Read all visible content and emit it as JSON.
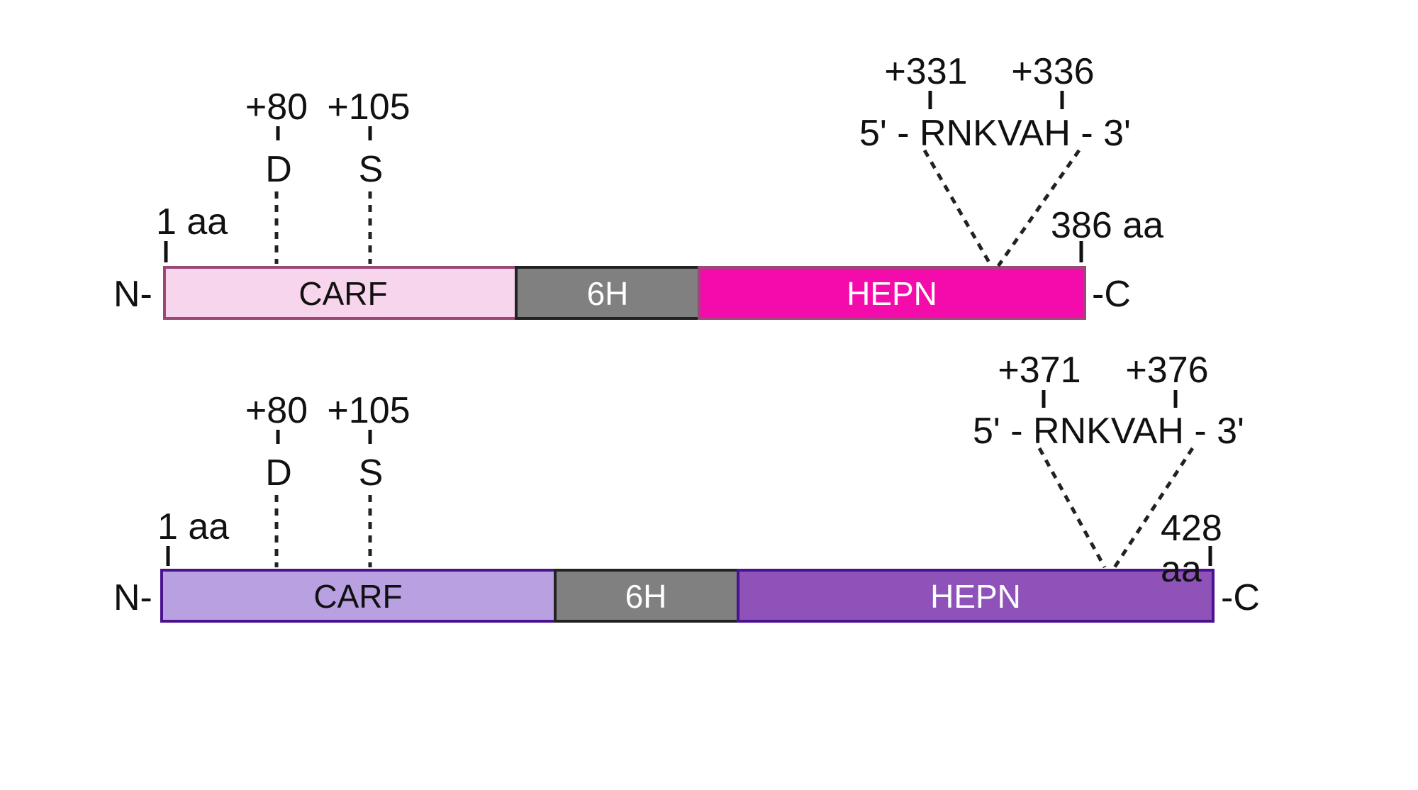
{
  "proteins": [
    {
      "n_term": "N-",
      "c_term": "-C",
      "start_label": "1 aa",
      "end_label": "386 aa",
      "residues": [
        {
          "position": "+80",
          "aa": "D"
        },
        {
          "position": "+105",
          "aa": "S"
        }
      ],
      "motif": {
        "start": "+331",
        "end": "+336",
        "sequence": "5' - RNKVAH - 3'"
      },
      "domains": [
        {
          "name": "CARF",
          "fill": "#f7d5ec",
          "stroke": "#9b4878"
        },
        {
          "name": "6H",
          "fill": "#808080",
          "stroke": "#222222"
        },
        {
          "name": "HEPN",
          "fill": "#f30bab",
          "stroke": "#9b4878"
        }
      ]
    },
    {
      "n_term": "N-",
      "c_term": "-C",
      "start_label": "1 aa",
      "end_label_line1": "428",
      "end_label_line2": "aa",
      "residues": [
        {
          "position": "+80",
          "aa": "D"
        },
        {
          "position": "+105",
          "aa": "S"
        }
      ],
      "motif": {
        "start": "+371",
        "end": "+376",
        "sequence": "5' - RNKVAH - 3'"
      },
      "domains": [
        {
          "name": "CARF",
          "fill": "#b8a0e1",
          "stroke": "#4a1190"
        },
        {
          "name": "6H",
          "fill": "#808080",
          "stroke": "#222222"
        },
        {
          "name": "HEPN",
          "fill": "#8e52b9",
          "stroke": "#4a1190"
        }
      ]
    }
  ]
}
